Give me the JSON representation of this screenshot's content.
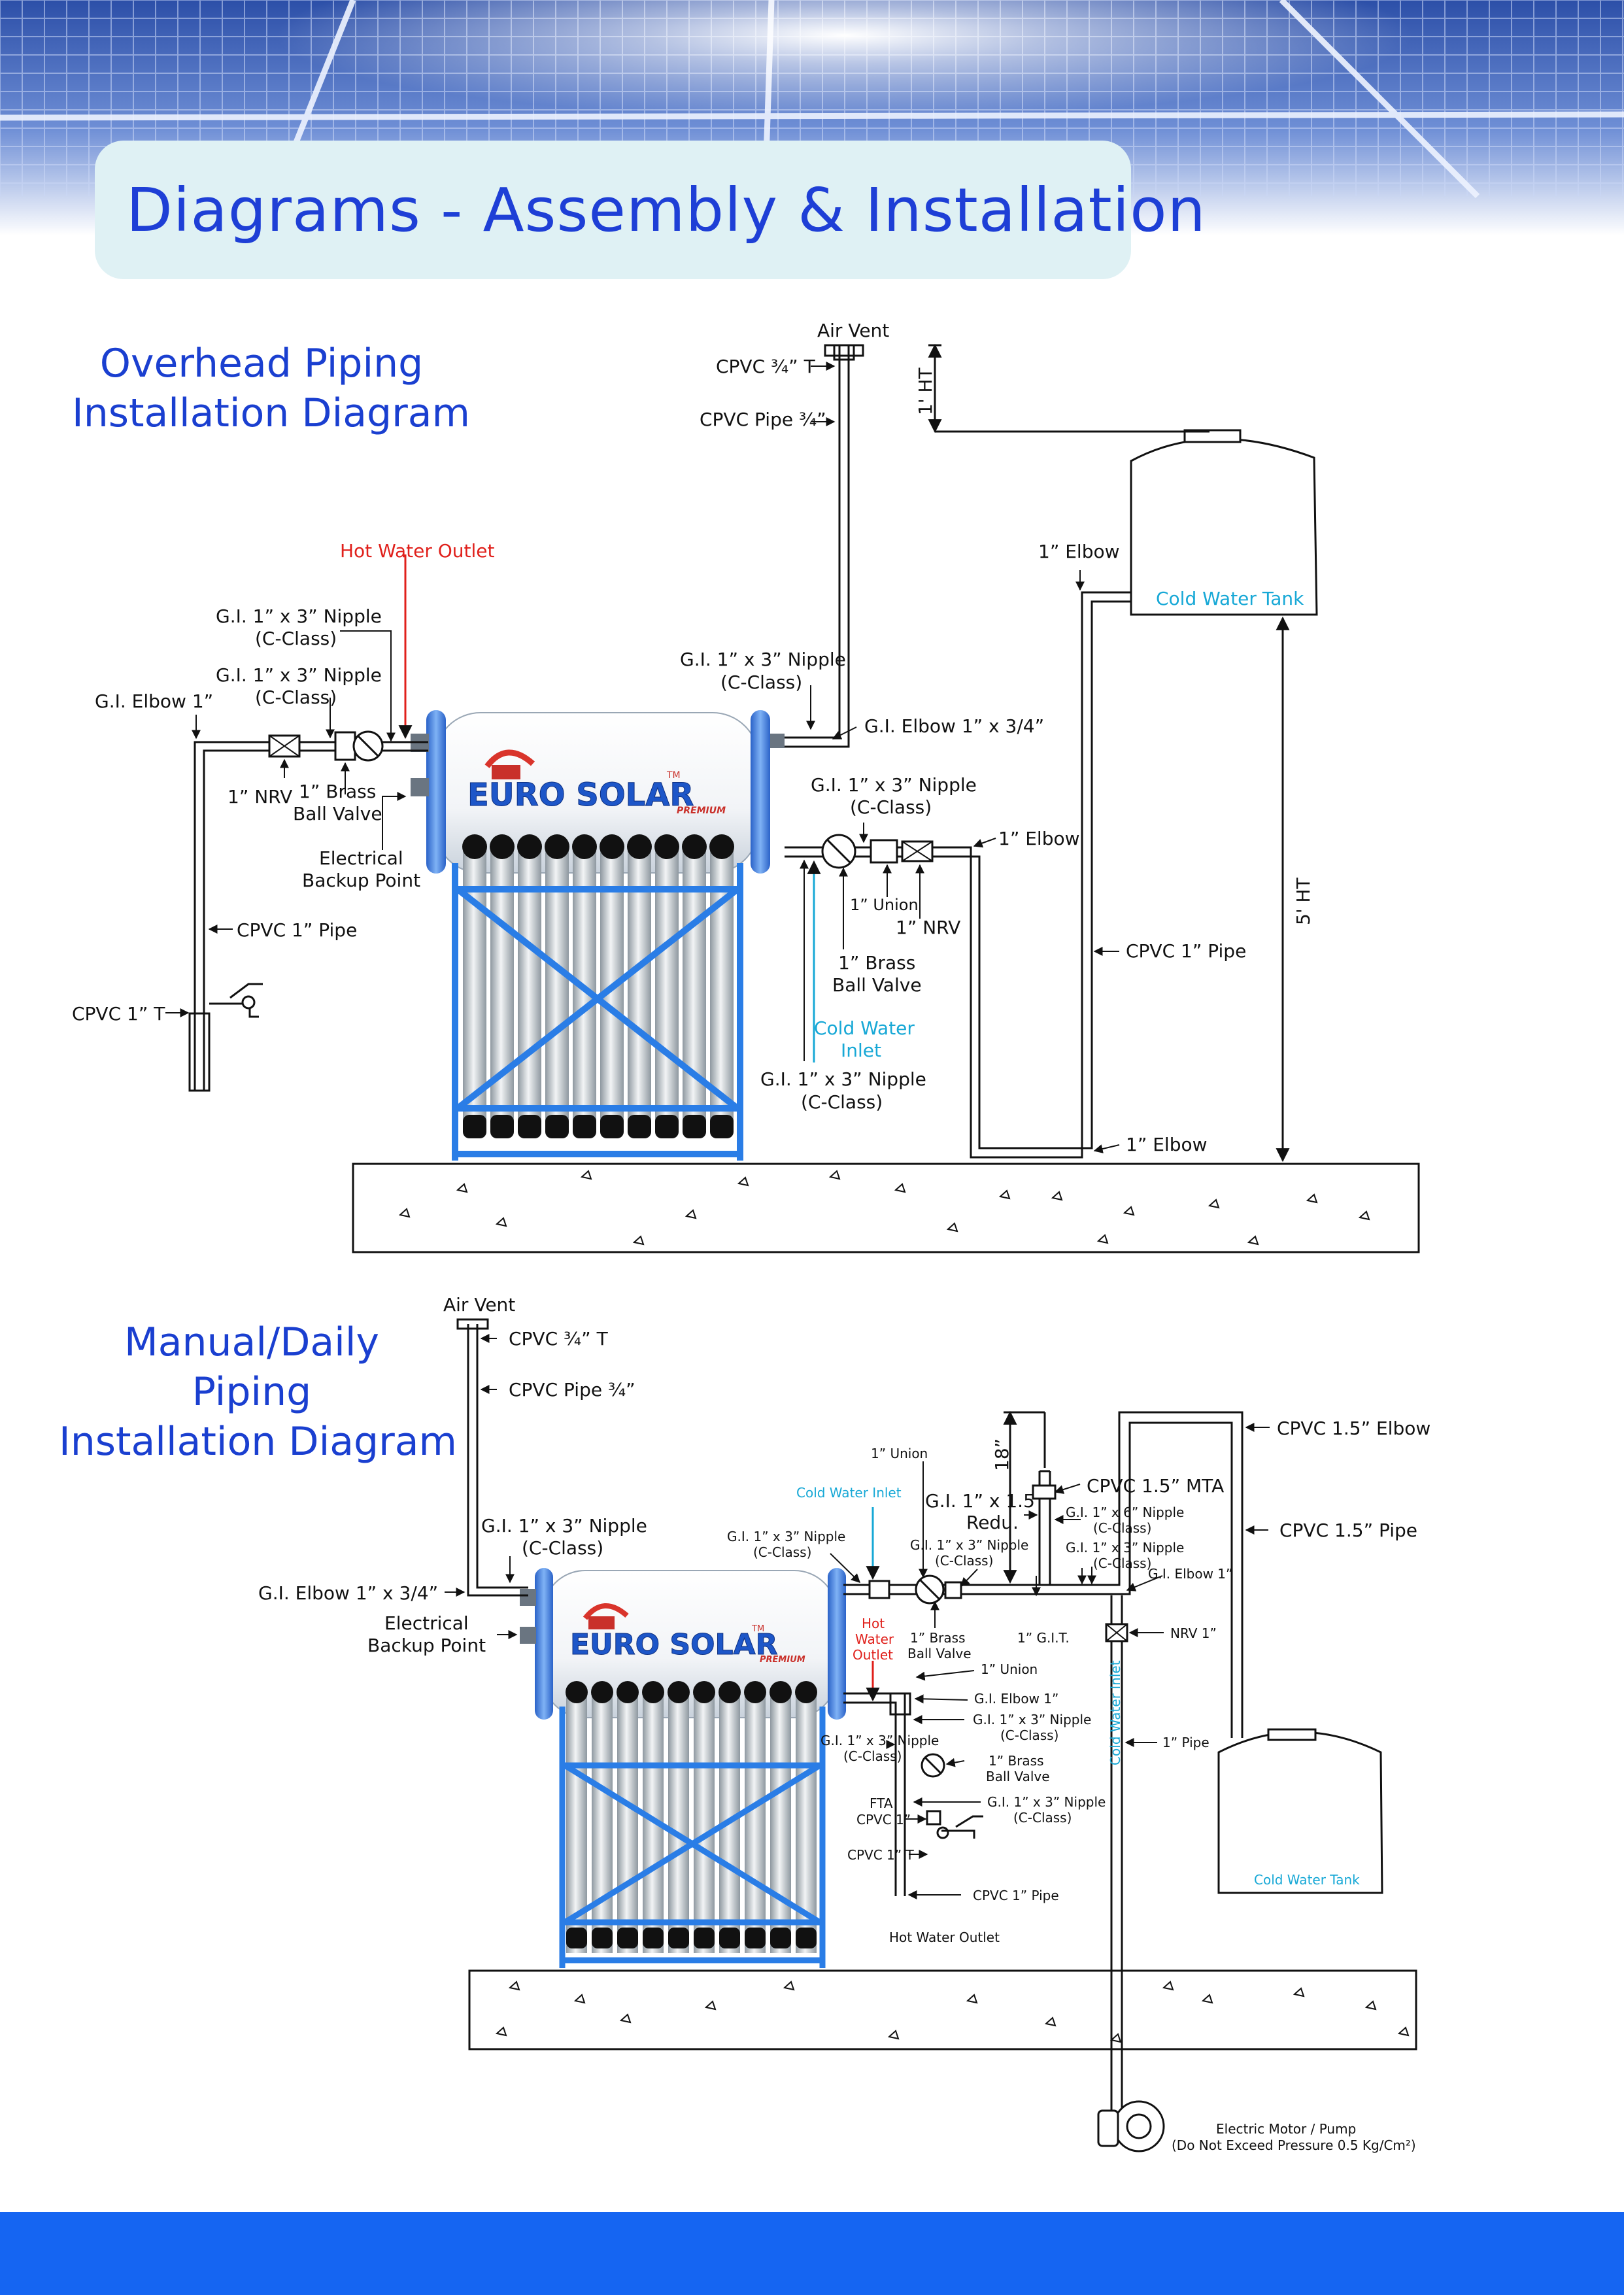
{
  "page_title": "Diagrams - Assembly & Installation",
  "brand": {
    "name": "EURO SOLAR",
    "tm": "TM",
    "tagline": "PREMIUM"
  },
  "colors": {
    "title_blue": "#1e3fd6",
    "hot_red": "#e0201b",
    "cold_cyan": "#17a8d6",
    "tank_blue": "#4a8ee0",
    "footer_blue": "#1565f2"
  },
  "overhead": {
    "title_lines": [
      "Overhead Piping",
      "Installation Diagram"
    ],
    "labels": {
      "air_vent": "Air Vent",
      "cpvc_t": "CPVC ¾” T",
      "cpvc_pipe": "CPVC Pipe ¾”",
      "one_ht": "1' HT",
      "five_ht": "5' HT",
      "hot_outlet": "Hot Water Outlet",
      "nipple_a_1": "G.I. 1” x 3” Nipple",
      "nipple_a_2": "(C-Class)",
      "nipple_b_1": "G.I. 1” x 3” Nipple",
      "nipple_b_2": "(C-Class)",
      "gi_elbow": "G.I. Elbow 1”",
      "nrv_left": "1” NRV",
      "ball_left_1": "1” Brass",
      "ball_left_2": "Ball Valve",
      "elec_1": "Electrical",
      "elec_2": "Backup Point",
      "cpvc_1_pipe_left": "CPVC 1” Pipe",
      "cpvc_1_t": "CPVC 1” T",
      "top_nipple_1": "G.I. 1” x 3” Nipple",
      "top_nipple_2": "(C-Class)",
      "gi_elbow_1x34": "G.I. Elbow  1” x 3/4”",
      "right_nipple_1": "G.I. 1” x 3” Nipple",
      "right_nipple_2": "(C-Class)",
      "union": "1” Union",
      "nrv_right": "1” NRV",
      "elbow_mid": "1” Elbow",
      "ball_right_1": "1” Brass",
      "ball_right_2": "Ball Valve",
      "cold_in_1": "Cold Water",
      "cold_in_2": "Inlet",
      "bottom_nipple_1": "G.I. 1” x 3” Nipple",
      "bottom_nipple_2": "(C-Class)",
      "elbow_top": "1” Elbow",
      "cold_tank": "Cold Water Tank",
      "cpvc_1_pipe_right": "CPVC 1” Pipe",
      "elbow_bottom": "1” Elbow"
    }
  },
  "manual": {
    "title_lines": [
      "Manual/Daily",
      "Piping",
      "Installation Diagram"
    ],
    "labels": {
      "air_vent": "Air Vent",
      "cpvc_t": "CPVC ¾” T",
      "cpvc_pipe": "CPVC Pipe ¾”",
      "nipple_1": "G.I. 1” x 3” Nipple",
      "nipple_2": "(C-Class)",
      "gi_elbow_1x34": "G.I. Elbow  1” x 3/4”",
      "elec_1": "Electrical",
      "elec_2": "Backup Point",
      "union_top": "1” Union",
      "cold_inlet": "Cold Water Inlet",
      "small_nipple_1": "G.I. 1” x 3” Nipple",
      "small_nipple_2": "(C-Class)",
      "hot_1": "Hot",
      "hot_2": "Water",
      "hot_3": "Outlet",
      "ball_1": "1” Brass",
      "ball_2": "Ball Valve",
      "reducer_1": "G.I. 1” x 1.5",
      "reducer_2": "Redu.",
      "mid_nipple_1": "G.I. 1” x 3” Nipple",
      "mid_nipple_2": "(C-Class)",
      "git": "1” G.I.T.",
      "eighteen": "18”",
      "cpvc_15_elbow": "CPVC 1.5” Elbow",
      "cpvc_15_mta": "CPVC 1.5” MTA",
      "six_nipple_1": "G.I. 1” x 6” Nipple",
      "six_nipple_2": "(C-Class)",
      "cpvc_15_pipe": "CPVC 1.5” Pipe",
      "r_nipple_1": "G.I. 1” x 3” Nipple",
      "r_nipple_2": "(C-Class)",
      "gi_elbow_r": "G.I. Elbow 1”",
      "nrv": "NRV 1”",
      "union_2": "1” Union",
      "gi_elbow_2": "G.I. Elbow 1”",
      "n2_1": "G.I. 1” x 3” Nipple",
      "n2_2": "(C-Class)",
      "ball2_1": "1” Brass",
      "ball2_2": "Ball Valve",
      "n3_1": "G.I. 1” x 3” Nipple",
      "n3_2": "(C-Class)",
      "n4_1": "G.I. 1” x 3” Nipple",
      "n4_2": "(C-Class)",
      "fta_1": "FTA",
      "fta_2": "CPVC 1”",
      "cpvc_1_t": "CPVC 1” T",
      "cpvc_1_pipe": "CPVC 1” Pipe",
      "hot_outlet": "Hot Water Outlet",
      "cold_inlet_v": "Cold Water Inlet",
      "one_pipe": "1” Pipe",
      "cold_tank": "Cold Water Tank",
      "motor_1": "Electric Motor / Pump",
      "motor_2": "(Do Not Exceed Pressure 0.5 Kg/Cm²)"
    }
  }
}
